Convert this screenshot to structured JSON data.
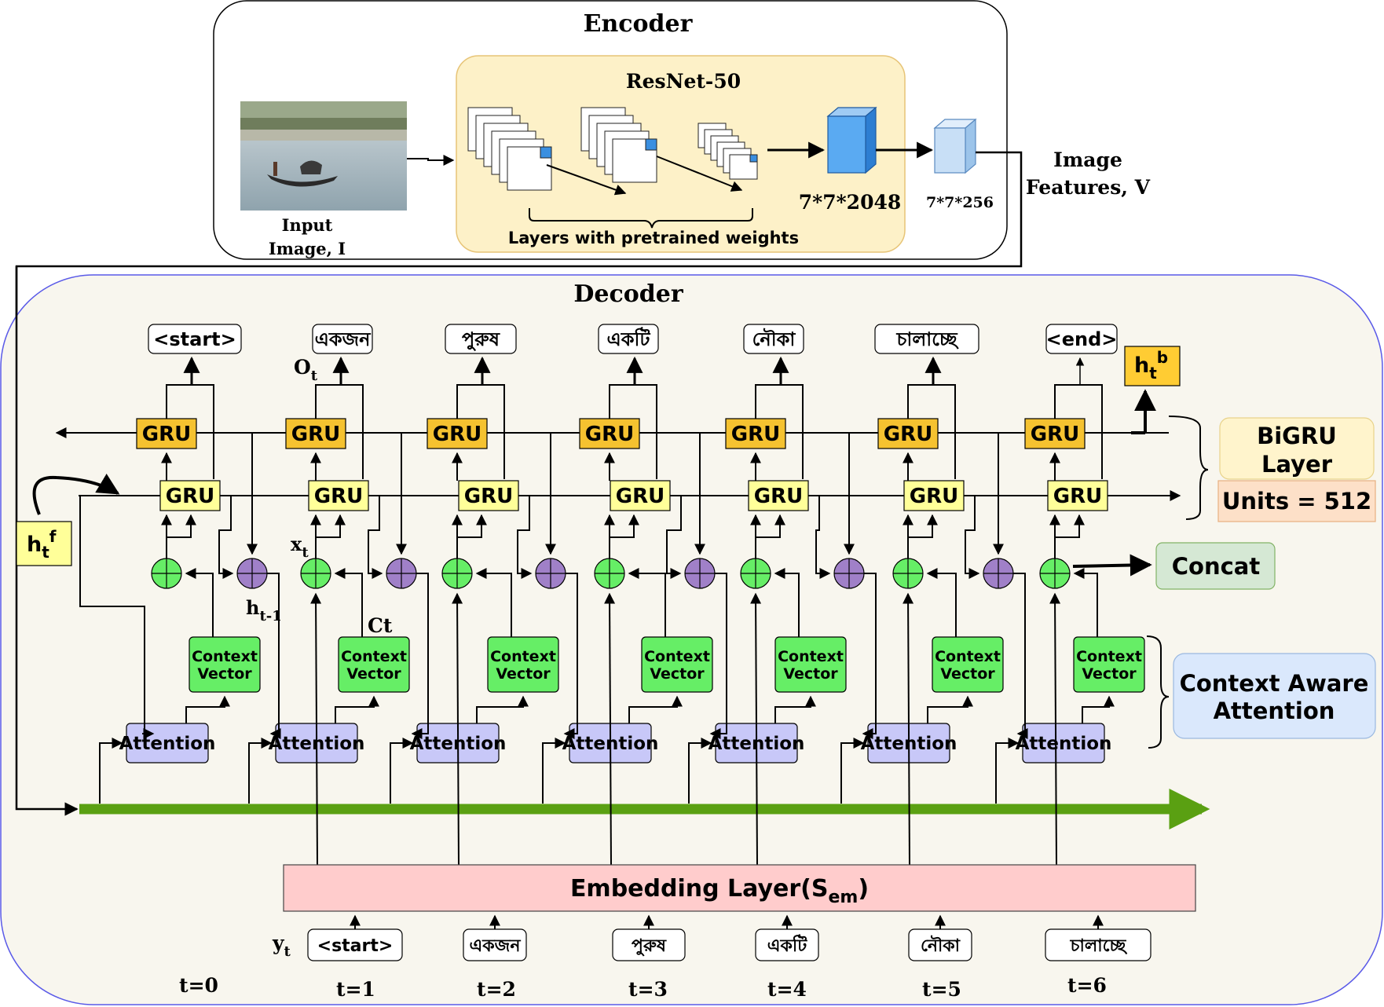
{
  "encoder": {
    "title": "Encoder",
    "input_label_1": "Input",
    "input_label_2": "Image, I",
    "resnet_title": "ResNet-50",
    "layers_caption": "Layers with pretrained weights",
    "feat1_label": "7*7*2048",
    "feat2_label": "7*7*256",
    "features_label_1": "Image",
    "features_label_2": "Features, V"
  },
  "decoder": {
    "title": "Decoder",
    "gru_label": "GRU",
    "context_label_1": "Context",
    "context_label_2": "Vector",
    "attention_label": "Attention",
    "embedding_label": "Embedding Layer(S",
    "embedding_sub": "em",
    "embedding_close": ")",
    "outputs": [
      "<start>",
      "একজন",
      "পুরুষ",
      "একটি",
      "নৌকা",
      "চালাচ্ছে",
      "<end>"
    ],
    "inputs": [
      "<start>",
      "একজন",
      "পুরুষ",
      "একটি",
      "নৌকা",
      "চালাচ্ছে"
    ],
    "timesteps": [
      "t=0",
      "t=1",
      "t=2",
      "t=3",
      "t=4",
      "t=5",
      "t=6"
    ],
    "ot_label": "O",
    "ot_sub": "t",
    "xt_label": "x",
    "xt_sub": "t",
    "ht1_label": "h",
    "ht1_sub": "t-1",
    "ct_label": "Ct",
    "yt_label": "y",
    "yt_sub": "t",
    "htf_label": "h",
    "htf_sub": "t",
    "htf_sup": "f",
    "htb_label": "h",
    "htb_sub": "t",
    "htb_sup": "b",
    "bigru_label_1": "BiGRU",
    "bigru_label_2": "Layer",
    "units_label": "Units = 512",
    "concat_label": "Concat",
    "caa_label_1": "Context Aware",
    "caa_label_2": "Attention"
  },
  "colors": {
    "gru_back": "#f5c230",
    "gru_fwd": "#ffff99",
    "context": "#66ee66",
    "attention": "#c8c8f8",
    "embedding": "#ffcccc",
    "green_arrow": "#5aa012",
    "decoder_bg": "#f8f6ee",
    "resnet_bg": "#fdf1c8"
  }
}
